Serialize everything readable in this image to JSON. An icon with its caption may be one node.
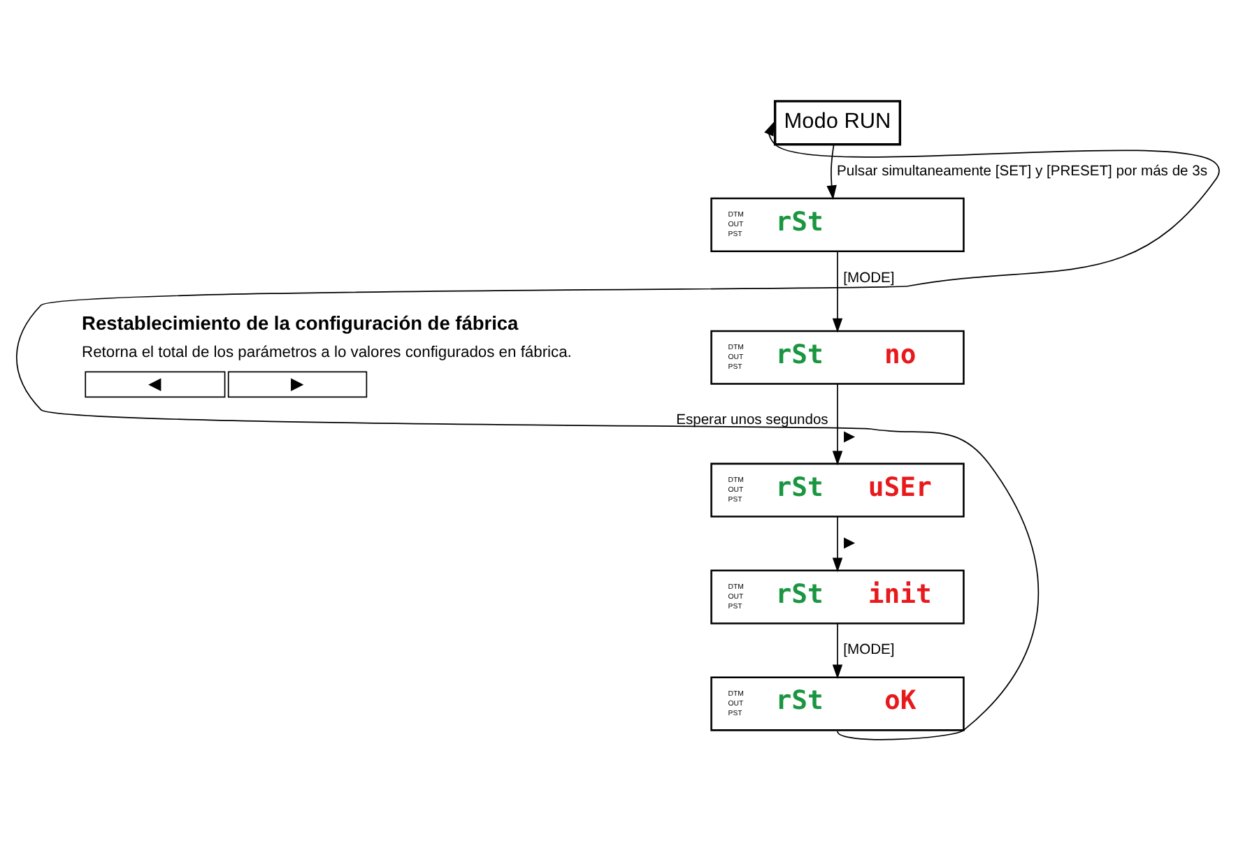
{
  "diagram": {
    "nodes": [
      {
        "text": [
          "Modo RUN"
        ]
      },
      {
        "text": [
          "DTM",
          "OUT",
          "PST",
          "rSt"
        ]
      },
      {
        "text": [
          "DTM",
          "OUT",
          "PST",
          "rSt",
          "no"
        ]
      },
      {
        "text": [
          "DTM",
          "OUT",
          "PST",
          "rSt",
          "uSEr"
        ]
      },
      {
        "text": [
          "DTM",
          "OUT",
          "PST",
          "rSt",
          "init"
        ]
      },
      {
        "text": [
          "DTM",
          "OUT",
          "PST",
          "rSt",
          "oK"
        ]
      }
    ],
    "edges": [
      {
        "from": 0,
        "to": 1,
        "arrow": "to",
        "label": "Pulsar simultaneamente [SET] y [PRESET] por más de 3s"
      },
      {
        "from": 1,
        "to": 2,
        "arrow": "to",
        "label": "[MODE]"
      },
      {
        "from": 2,
        "to": 3,
        "arrow": "to",
        "label": "▶"
      },
      {
        "from": 3,
        "to": 4,
        "arrow": "to",
        "label": "▶"
      },
      {
        "from": 4,
        "to": 5,
        "arrow": "to",
        "label": "[MODE]"
      },
      {
        "from": 5,
        "to": 0,
        "arrow": "to",
        "label": "Esperar unos segundos"
      }
    ],
    "labels": [
      "Restablecimiento de la configuración de fábrica",
      "Retorna el total de los parámetros a lo valores configurados en fábrica.",
      "◀",
      "▶"
    ]
  }
}
